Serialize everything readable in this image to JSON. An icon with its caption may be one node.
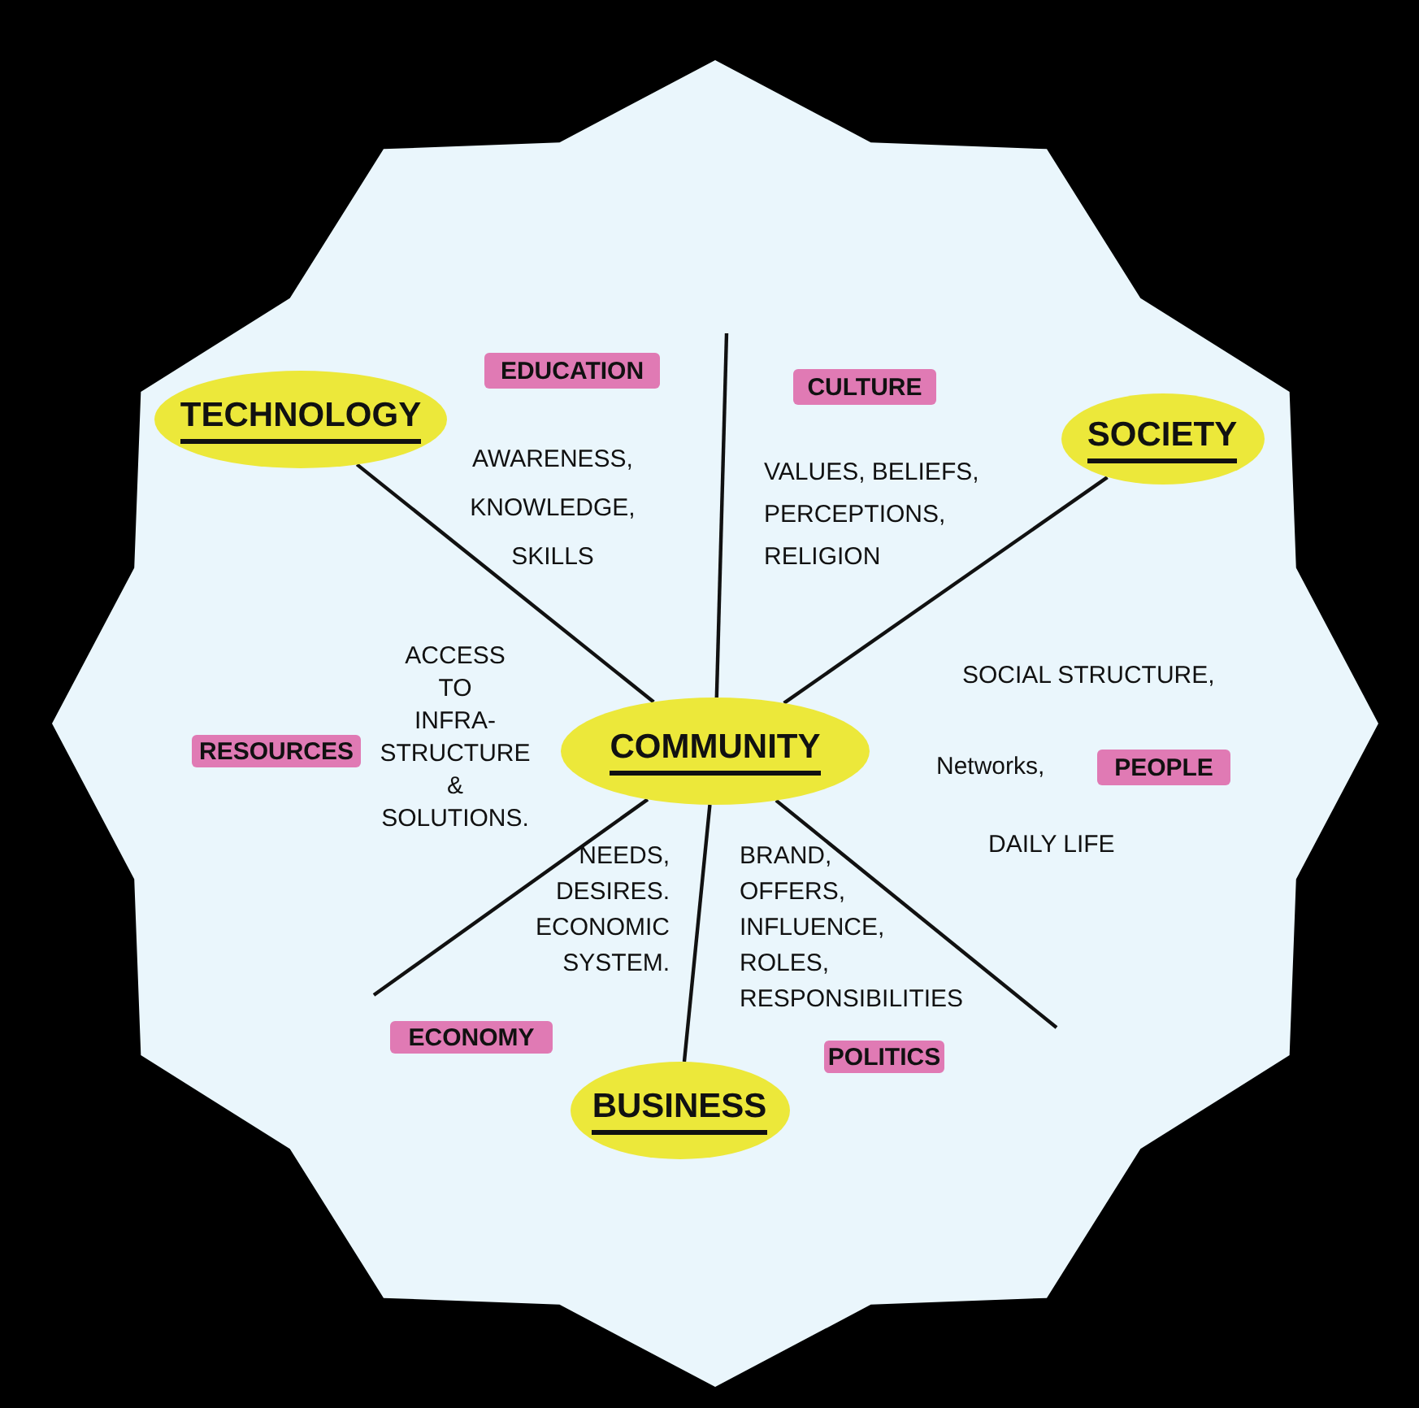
{
  "diagram": {
    "nodes": [
      {
        "text": [
          "COMMUNITY"
        ]
      },
      {
        "text": [
          "TECHNOLOGY"
        ]
      },
      {
        "text": [
          "EDUCATION"
        ]
      },
      {
        "text": [
          "CULTURE"
        ]
      },
      {
        "text": [
          "SOCIETY"
        ]
      },
      {
        "text": [
          "RESOURCES"
        ]
      },
      {
        "text": [
          "PEOPLE"
        ]
      },
      {
        "text": [
          "ECONOMY"
        ]
      },
      {
        "text": [
          "BUSINESS"
        ]
      },
      {
        "text": [
          "POLITICS"
        ]
      }
    ],
    "edges": [
      {
        "from": 0,
        "to": 1,
        "arrow": "none"
      },
      {
        "from": 0,
        "to": 4,
        "arrow": "none"
      },
      {
        "from": 0,
        "to": 8,
        "arrow": "none"
      },
      {
        "from": 0,
        "to": null,
        "arrow": "none"
      },
      {
        "from": 0,
        "to": null,
        "arrow": "none"
      },
      {
        "from": 0,
        "to": null,
        "arrow": "none"
      }
    ],
    "labels": [
      "AWARENESS, KNOWLEDGE, SKILLS",
      "VALUES, BELIEFS, PERCEPTIONS, RELIGION",
      "ACCESS TO INFRA- STRUCTURE & SOLUTIONS.",
      "SOCIAL STRUCTURE,",
      "Networks,",
      "DAILY LIFE",
      "NEEDS, DESIRES. ECONOMIC SYSTEM.",
      "BRAND, OFFERS, INFLUENCE, ROLES, RESPONSIBILITIES"
    ]
  }
}
